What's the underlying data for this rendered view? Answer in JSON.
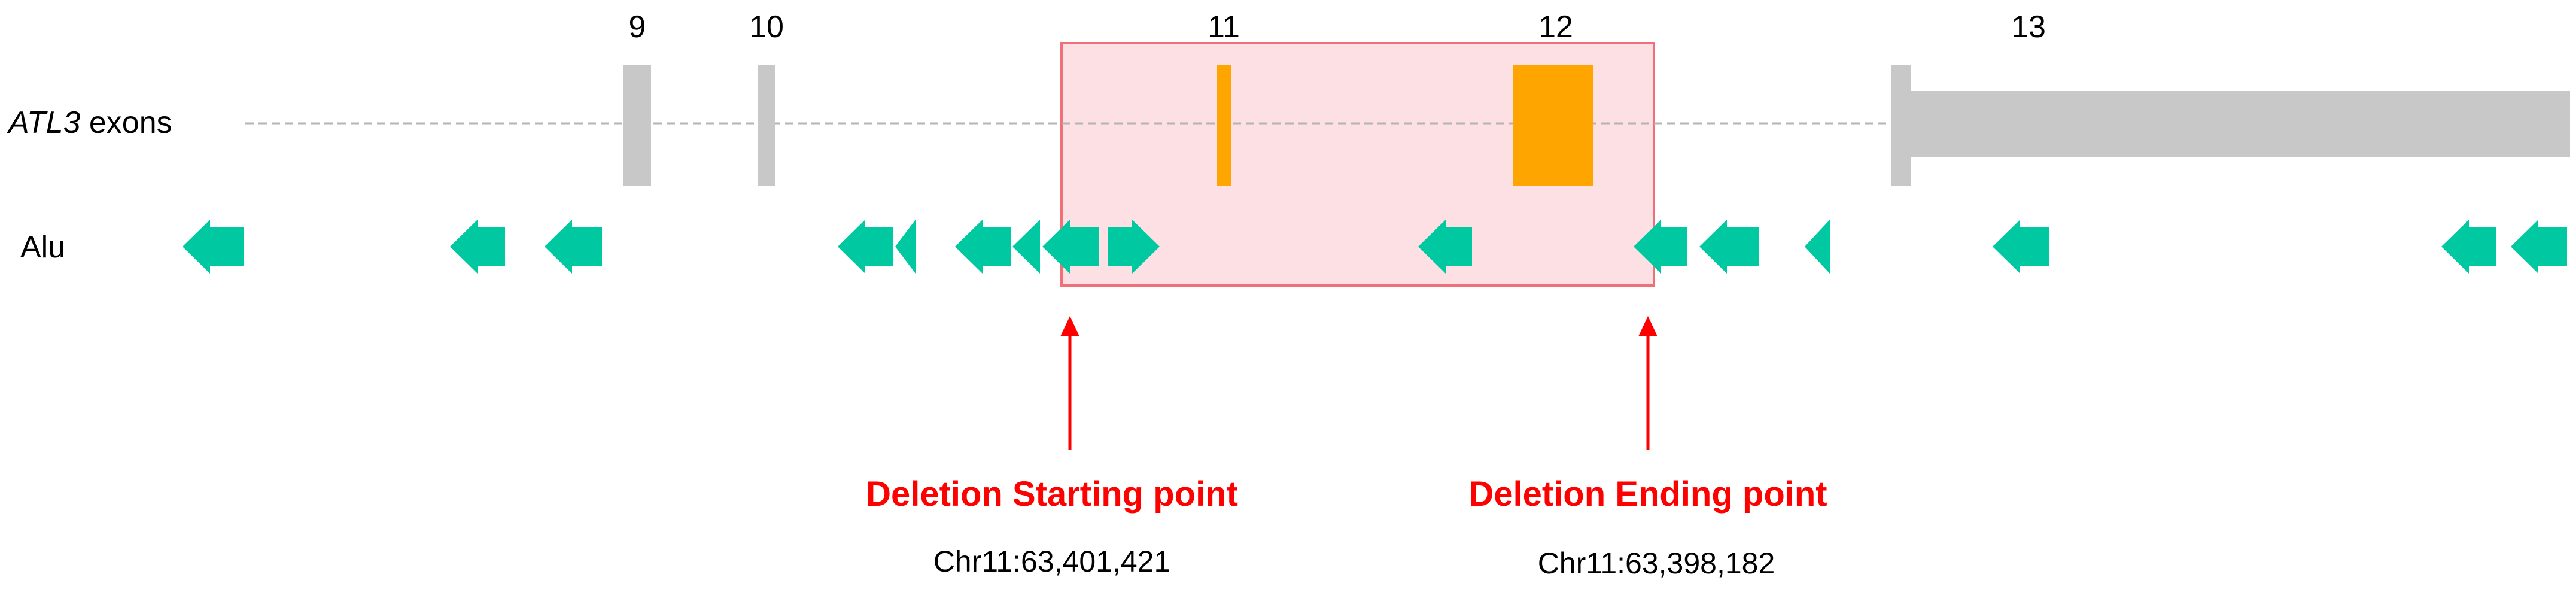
{
  "track_labels": {
    "exons_gene": "ATL3",
    "exons_suffix": " exons",
    "alu": "Alu"
  },
  "exons": [
    {
      "number": "9",
      "color": "#c8c8c8"
    },
    {
      "number": "10",
      "color": "#c8c8c8"
    },
    {
      "number": "11",
      "color": "#ffa500"
    },
    {
      "number": "12",
      "color": "#ffa500"
    },
    {
      "number": "13",
      "color": "#c8c8c8"
    }
  ],
  "alu_direction": [
    "left",
    "left",
    "left",
    "left",
    "left",
    "left",
    "left",
    "left",
    "right",
    "left",
    "left",
    "left",
    "left",
    "left",
    "left",
    "left"
  ],
  "deletion": {
    "start_label": "Deletion Starting point",
    "start_coord": "Chr11:63,401,421",
    "end_label": "Deletion Ending point",
    "end_coord": "Chr11:63,398,182"
  },
  "colors": {
    "deletion_fill": "#fde0e4",
    "deletion_stroke": "#f0707a",
    "arrow_red": "#ff0000",
    "alu": "#00c8a0",
    "exon_gray": "#c8c8c8",
    "exon_orange": "#ffa500",
    "intron_line": "#b4b4b4"
  }
}
